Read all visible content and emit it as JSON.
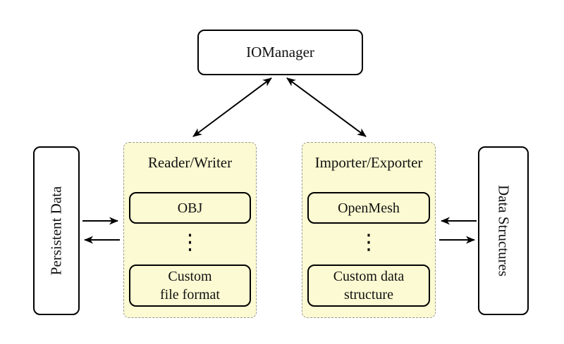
{
  "colors": {
    "panel_fill": "#FCFAD2",
    "panel_border": "#999999",
    "node_border": "#000000",
    "background": "#FFFFFF"
  },
  "io_manager": {
    "label": "IOManager"
  },
  "persistent_data": {
    "label": "Persistent Data"
  },
  "data_structures": {
    "label": "Data Structures"
  },
  "reader_writer": {
    "title": "Reader/Writer",
    "top_item": "OBJ",
    "ellipsis": "⋮",
    "bottom_item": {
      "line1": "Custom",
      "line2": "file format"
    }
  },
  "importer_exporter": {
    "title": "Importer/Exporter",
    "top_item": "OpenMesh",
    "ellipsis": "⋮",
    "bottom_item": {
      "line1": "Custom data",
      "line2": "structure"
    }
  }
}
